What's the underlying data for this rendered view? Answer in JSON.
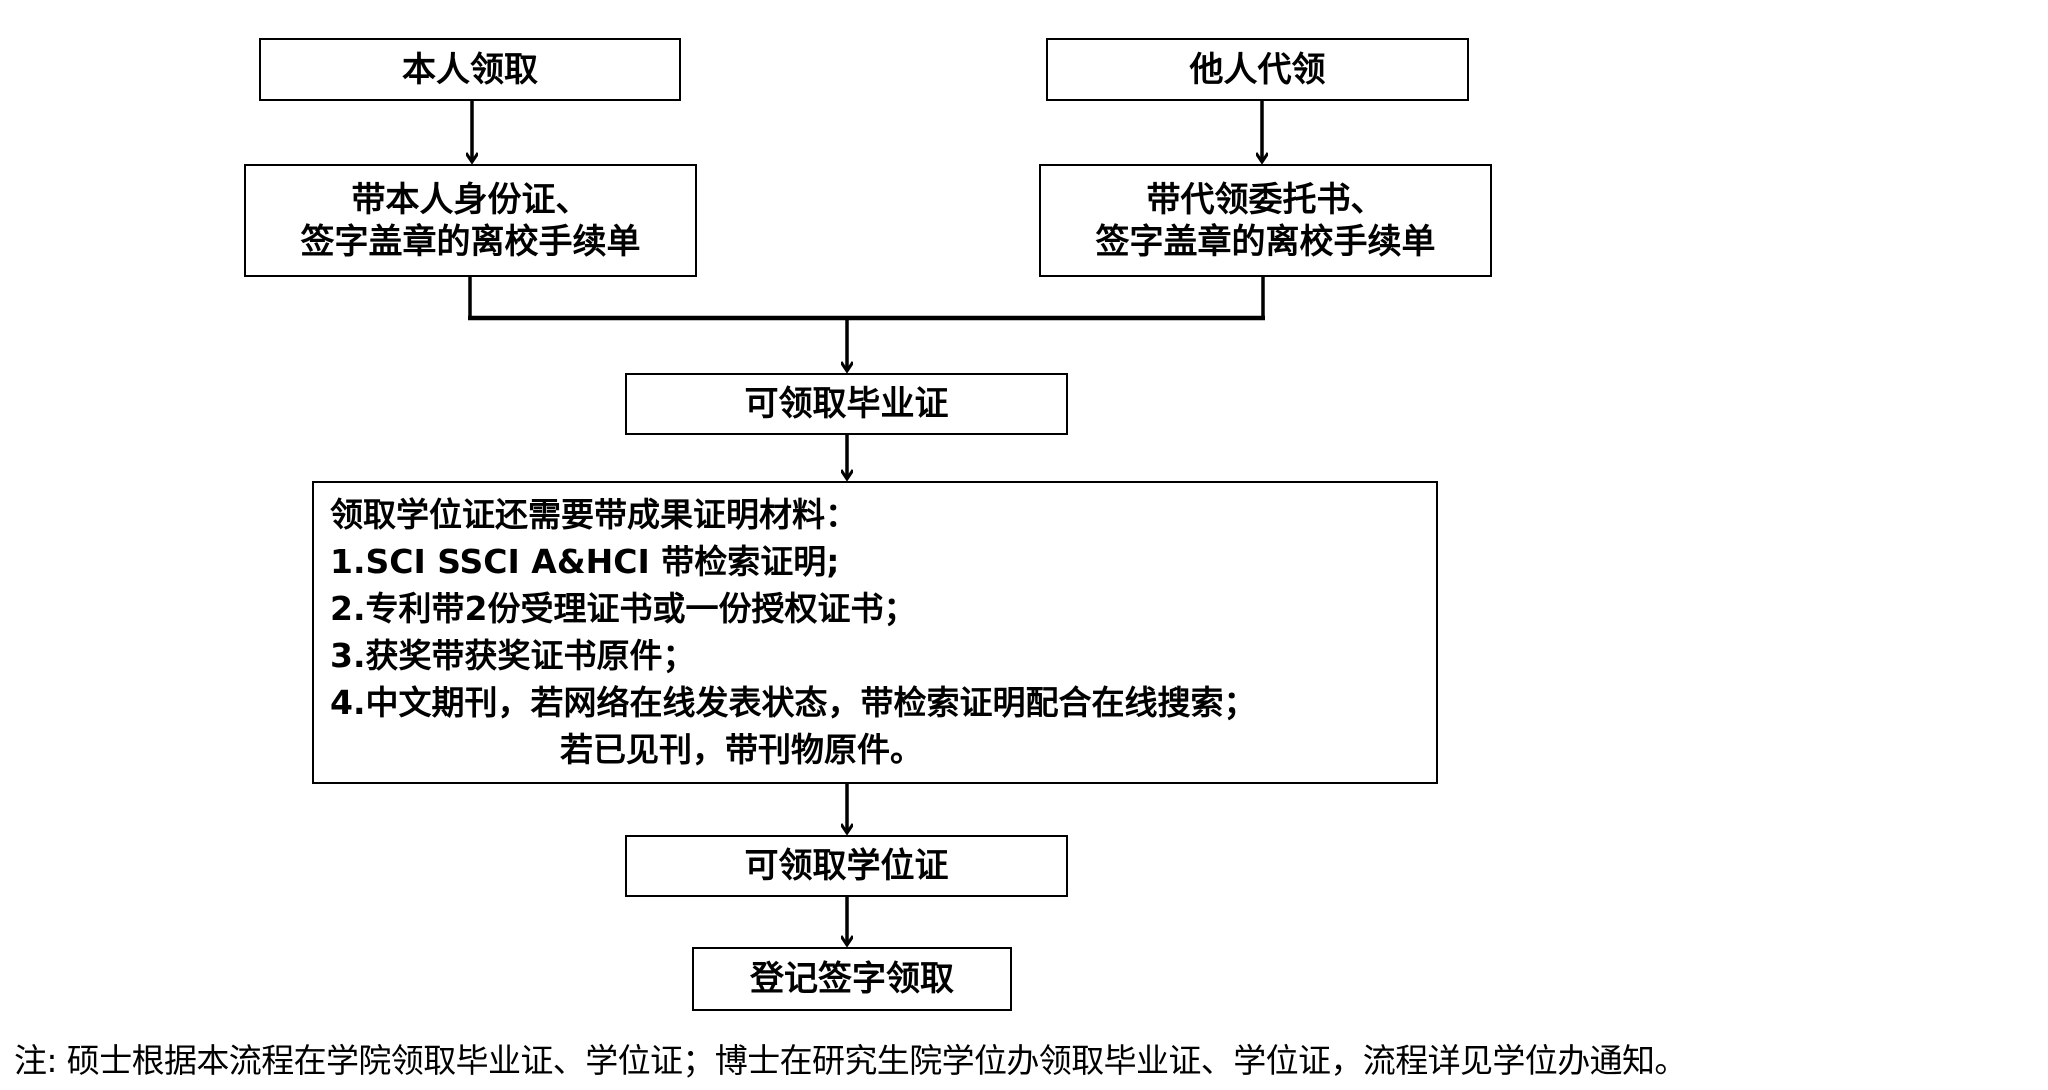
{
  "flow": {
    "self_pickup": {
      "title": "本人领取"
    },
    "self_requirements": {
      "lines": [
        "带本人身份证、",
        "签字盖章的离校手续单"
      ]
    },
    "proxy_pickup": {
      "title": "他人代领"
    },
    "proxy_requirements": {
      "lines": [
        "带代领委托书、",
        "签字盖章的离校手续单"
      ]
    },
    "diploma_step": {
      "title": "可领取毕业证"
    },
    "degree_materials": {
      "heading": "领取学位证还需要带成果证明材料：",
      "items": [
        "1.SCI SSCI  A&HCI  带检索证明;",
        "2.专利带2份受理证书或一份授权证书；",
        "3.获奖带获奖证书原件；",
        "4.中文期刊，若网络在线发表状态，带检索证明配合在线搜索；"
      ],
      "continuation": "若已见刊，带刊物原件。"
    },
    "degree_step": {
      "title": "可领取学位证"
    },
    "final_step": {
      "title": "登记签字领取"
    }
  },
  "footnote": "注: 硕士根据本流程在学院领取毕业证、学位证；博士在研究生院学位办领取毕业证、学位证，流程详见学位办通知。",
  "colors": {
    "line": "#000000",
    "background": "#ffffff",
    "text": "#000000"
  }
}
